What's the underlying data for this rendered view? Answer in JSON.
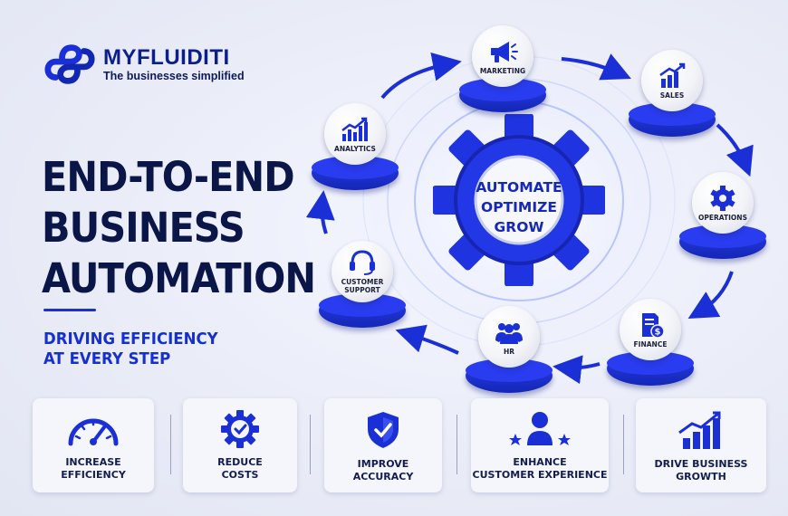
{
  "brand": {
    "name": "MYFLUIDITI",
    "tagline": "The businesses simplified",
    "logo_icon": "infinity-logo-icon"
  },
  "headline": {
    "lines": [
      "END-TO-END",
      "BUSINESS",
      "AUTOMATION"
    ]
  },
  "tagline": {
    "lines": [
      "DRIVING EFFICIENCY",
      "AT EVERY STEP"
    ]
  },
  "hub": {
    "lines": [
      "AUTOMATE",
      "OPTIMIZE",
      "GROW"
    ],
    "icon": "gear-icon"
  },
  "cycle": [
    {
      "lines": [
        "MARKETING"
      ],
      "icon": "megaphone-icon"
    },
    {
      "lines": [
        "SALES"
      ],
      "icon": "bar-chart-icon"
    },
    {
      "lines": [
        "OPERATIONS"
      ],
      "icon": "gear-icon"
    },
    {
      "lines": [
        "FINANCE"
      ],
      "icon": "invoice-dollar-icon"
    },
    {
      "lines": [
        "HR"
      ],
      "icon": "people-icon"
    },
    {
      "lines": [
        "CUSTOMER",
        "SUPPORT"
      ],
      "icon": "headset-icon"
    },
    {
      "lines": [
        "ANALYTICS"
      ],
      "icon": "analytics-chart-icon"
    }
  ],
  "benefits": [
    {
      "lines": [
        "INCREASE",
        "EFFICIENCY"
      ],
      "icon": "speedometer-icon"
    },
    {
      "lines": [
        "REDUCE",
        "COSTS"
      ],
      "icon": "gear-check-icon"
    },
    {
      "lines": [
        "IMPROVE",
        "ACCURACY"
      ],
      "icon": "shield-check-icon"
    },
    {
      "lines": [
        "ENHANCE",
        "CUSTOMER EXPERIENCE"
      ],
      "icon": "user-stars-icon"
    },
    {
      "lines": [
        "DRIVE BUSINESS",
        "GROWTH"
      ],
      "icon": "growth-chart-icon"
    }
  ],
  "colors": {
    "primary": "#1b2fd6",
    "navy": "#0b1648",
    "background": "#eceff8"
  }
}
